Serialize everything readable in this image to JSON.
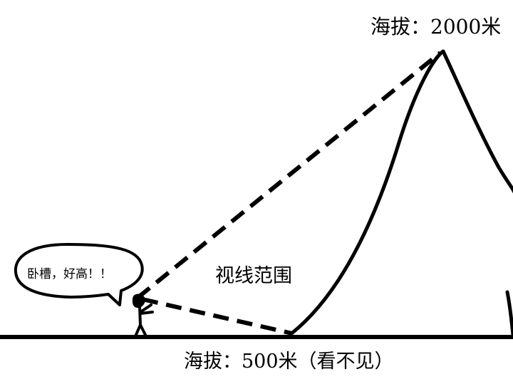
{
  "labels": {
    "peak_altitude": "海拔：2000米",
    "base_altitude": "海拔：500米（看不见）",
    "sight_range": "视线范围",
    "speech": "卧槽，好高！！"
  },
  "colors": {
    "ink": "#000000",
    "background": "#ffffff"
  }
}
